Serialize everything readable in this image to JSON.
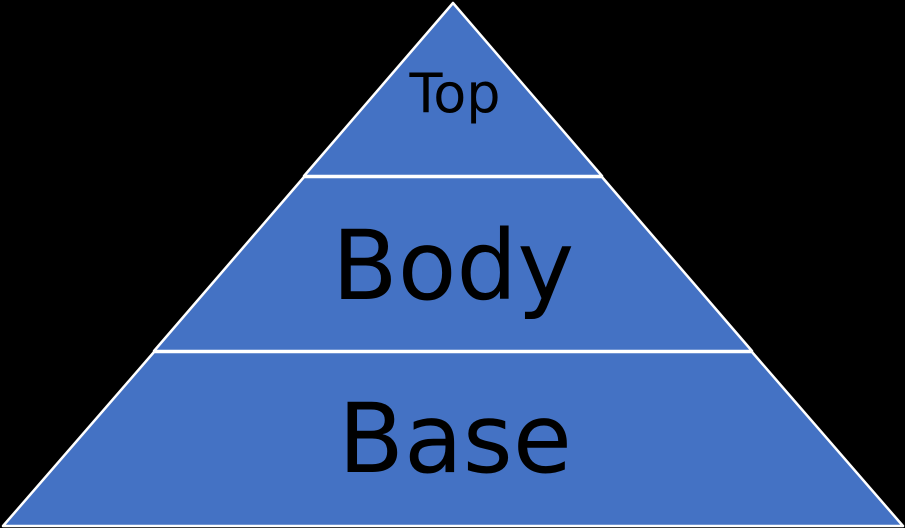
{
  "diagram": {
    "type": "pyramid",
    "colors": {
      "background": "#000000",
      "fill": "#4472C4",
      "stroke": "#FFFFFF",
      "text": "#000000"
    },
    "levels": [
      {
        "id": "top",
        "label": "Top"
      },
      {
        "id": "body",
        "label": "Body"
      },
      {
        "id": "base",
        "label": "Base"
      }
    ]
  }
}
